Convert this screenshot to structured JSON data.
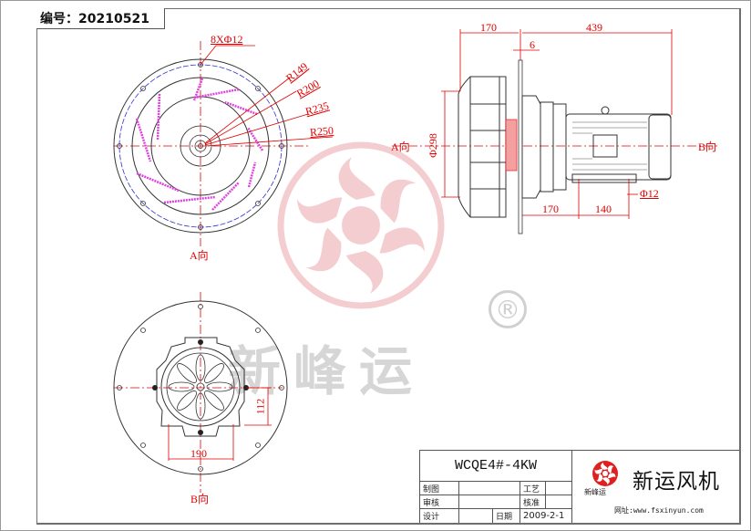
{
  "header": {
    "serial_label": "编号：20210521"
  },
  "watermark": {
    "text": "新峰运",
    "registered_mark": "®",
    "logo_color": "#f2c4c6"
  },
  "colors": {
    "dimension": "#e00000",
    "outline": "#333333",
    "bolt_circle": "#3030d0",
    "blades": "#e040e0"
  },
  "front_view": {
    "hole_note": "8XΦ12",
    "radii": [
      "R149",
      "R200",
      "R235",
      "R250"
    ],
    "direction_label": "A向"
  },
  "side_view": {
    "dims": {
      "impeller_depth": "170",
      "overall_length": "439",
      "plate_thickness": "6",
      "diameter": "Φ298",
      "foot_offset": "170",
      "foot_spacing": "140",
      "foot_hole": "Φ12"
    },
    "left_label": "A向",
    "right_label": "B向"
  },
  "rear_view": {
    "dims": {
      "base_width": "190",
      "center_height": "112"
    },
    "direction_label": "B向"
  },
  "title_block": {
    "model": "WCQE4#-4KW",
    "rows": [
      {
        "label": "制图",
        "value": "",
        "label2": "工艺",
        "value2": ""
      },
      {
        "label": "审核",
        "value": "",
        "label2": "核准",
        "value2": ""
      },
      {
        "label": "设计",
        "value": "",
        "label2": "日期",
        "value2": "2009-2-1"
      }
    ],
    "brand": {
      "name": "新运风机",
      "small_logo_text": "新峰运",
      "website": "网址:www.fsxinyun.com",
      "logo_color": "#e02020"
    }
  }
}
